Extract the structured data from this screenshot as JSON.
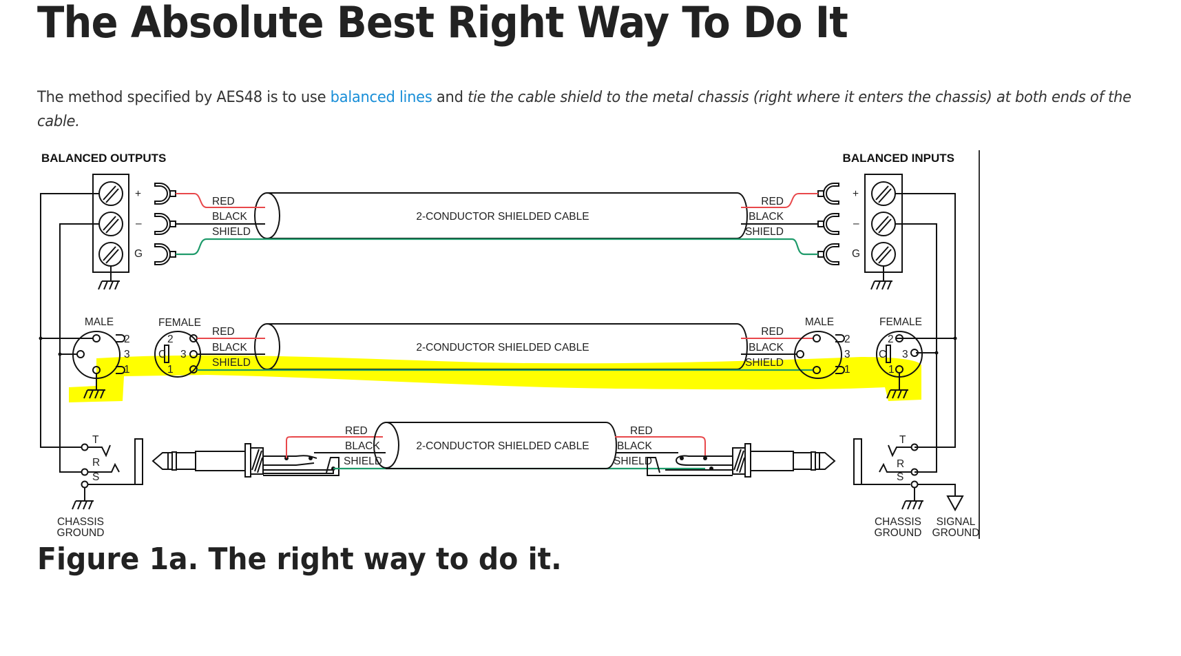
{
  "page": {
    "title": "The Absolute Best Right Way To Do It",
    "paragraph": {
      "text_before": "The method specified by AES48 is to use ",
      "link_text": "balanced lines",
      "text_middle": " and ",
      "emphasis_text": "tie the cable shield to the metal chassis (right where it enters the chassis) at both ends of the cable."
    },
    "caption": "Figure 1a. The right way to do it."
  },
  "diagram": {
    "left_heading": "BALANCED OUTPUTS",
    "right_heading": "BALANCED INPUTS",
    "terminal_labels": [
      "+",
      "–",
      "G"
    ],
    "wire_labels": {
      "red": "RED",
      "black": "BLACK",
      "shield": "SHIELD"
    },
    "cable_label": "2-CONDUCTOR SHIELDED CABLE",
    "xlr": {
      "male": "MALE",
      "female": "FEMALE",
      "pins": [
        "1",
        "2",
        "3"
      ],
      "case": "C"
    },
    "trs": {
      "tip": "T",
      "ring": "R",
      "sleeve": "S"
    },
    "ground_labels": {
      "chassis_line1": "CHASSIS",
      "chassis_line2": "GROUND",
      "signal_line1": "SIGNAL",
      "signal_line2": "GROUND"
    },
    "colors": {
      "red_wire": "#e8474a",
      "shield_wire": "#1e9a6a",
      "highlight": "#ffff00",
      "link": "#1a8fd8"
    }
  }
}
